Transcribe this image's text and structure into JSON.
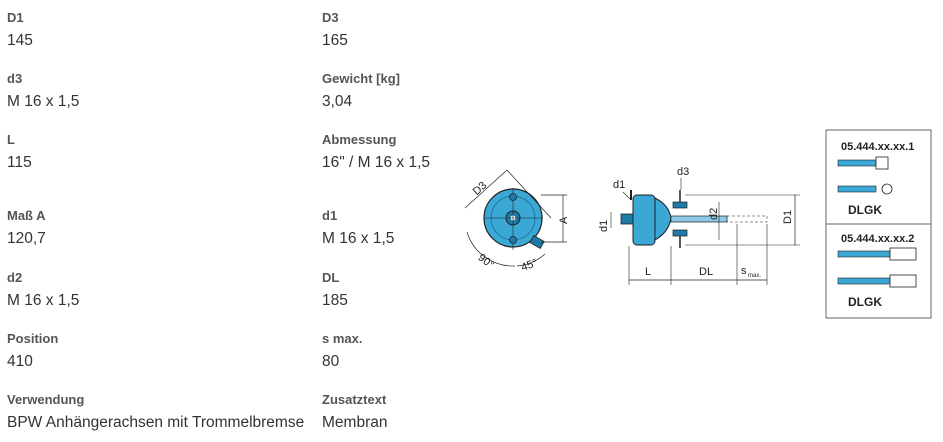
{
  "specs_left": [
    {
      "label": "D1",
      "value": "145"
    },
    {
      "label": "d3",
      "value": "M 16 x 1,5"
    },
    {
      "label": "L",
      "value": "115"
    },
    {
      "label": "Maß A",
      "value": "120,7"
    },
    {
      "label": "d2",
      "value": "M 16 x 1,5"
    },
    {
      "label": "Position",
      "value": "410"
    },
    {
      "label": "Verwendung",
      "value": "BPW Anhängerachsen mit Trommelbremse"
    }
  ],
  "specs_right": [
    {
      "label": "D3",
      "value": "165"
    },
    {
      "label": "Gewicht [kg]",
      "value": "3,04"
    },
    {
      "label": "Abmessung",
      "value": "16\" / M 16 x 1,5"
    },
    {
      "label": "d1",
      "value": "M 16 x 1,5"
    },
    {
      "label": "DL",
      "value": "185"
    },
    {
      "label": "s max.",
      "value": "80"
    },
    {
      "label": "Zusatztext",
      "value": "Membran"
    }
  ],
  "drawing": {
    "front_labels": {
      "d3_dim": "D3",
      "a_dim": "A",
      "angle_90": "90°",
      "angle_45": "45°"
    },
    "side_labels": {
      "d1_top": "d1",
      "d1_left": "d1",
      "d3": "d3",
      "d2": "d2",
      "D1": "D1",
      "L": "L",
      "DL": "DL",
      "s": "s",
      "s_sub": "max."
    },
    "box": {
      "code1": "05.444.xx.xx.1",
      "dlgk1": "DLGK",
      "code2": "05.444.xx.xx.2",
      "dlgk2": "DLGK"
    },
    "colors": {
      "body": "#3ba7d4",
      "body_dark": "#1d7aa6",
      "line": "#222222"
    }
  }
}
